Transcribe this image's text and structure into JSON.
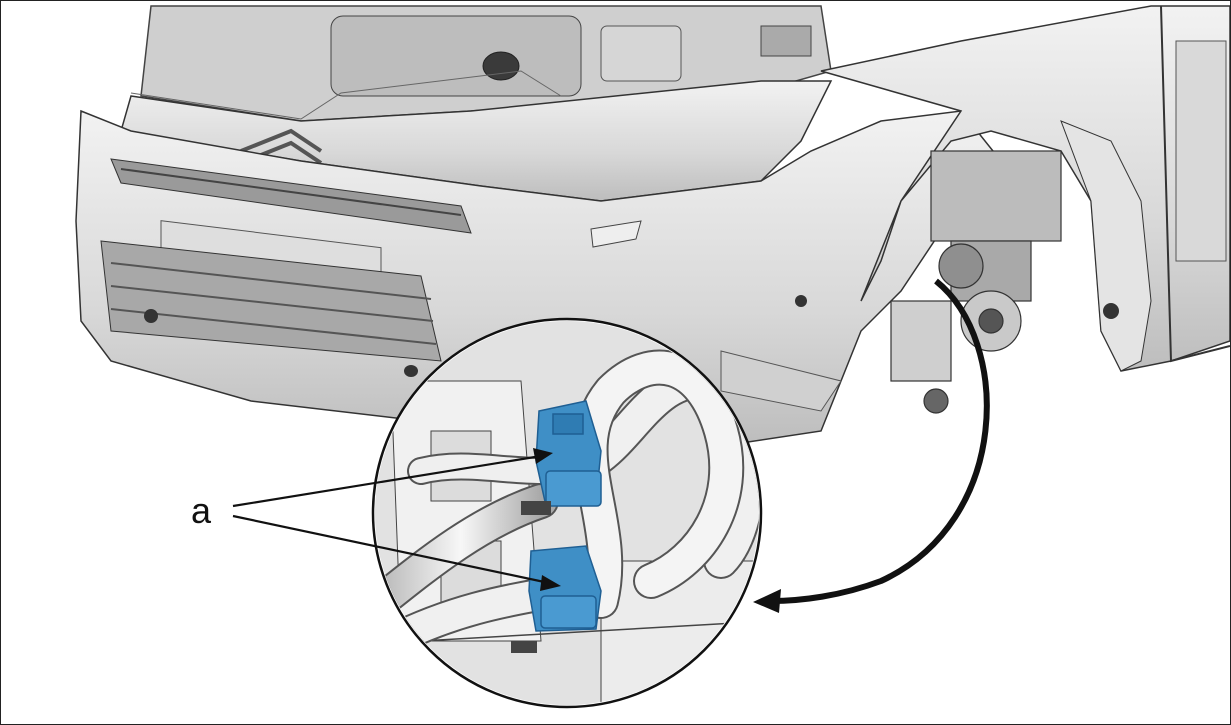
{
  "diagram": {
    "callout_label": "a",
    "colors": {
      "connector": "#3f8fc6",
      "connector_dark": "#1f5f93",
      "body_light": "#e9e9e9",
      "body_mid": "#c9c9c9",
      "line": "#333333"
    },
    "icons": [
      "vehicle-front-illustration",
      "magnifier-detail-circle",
      "connector-icon",
      "arrow-icon"
    ]
  }
}
